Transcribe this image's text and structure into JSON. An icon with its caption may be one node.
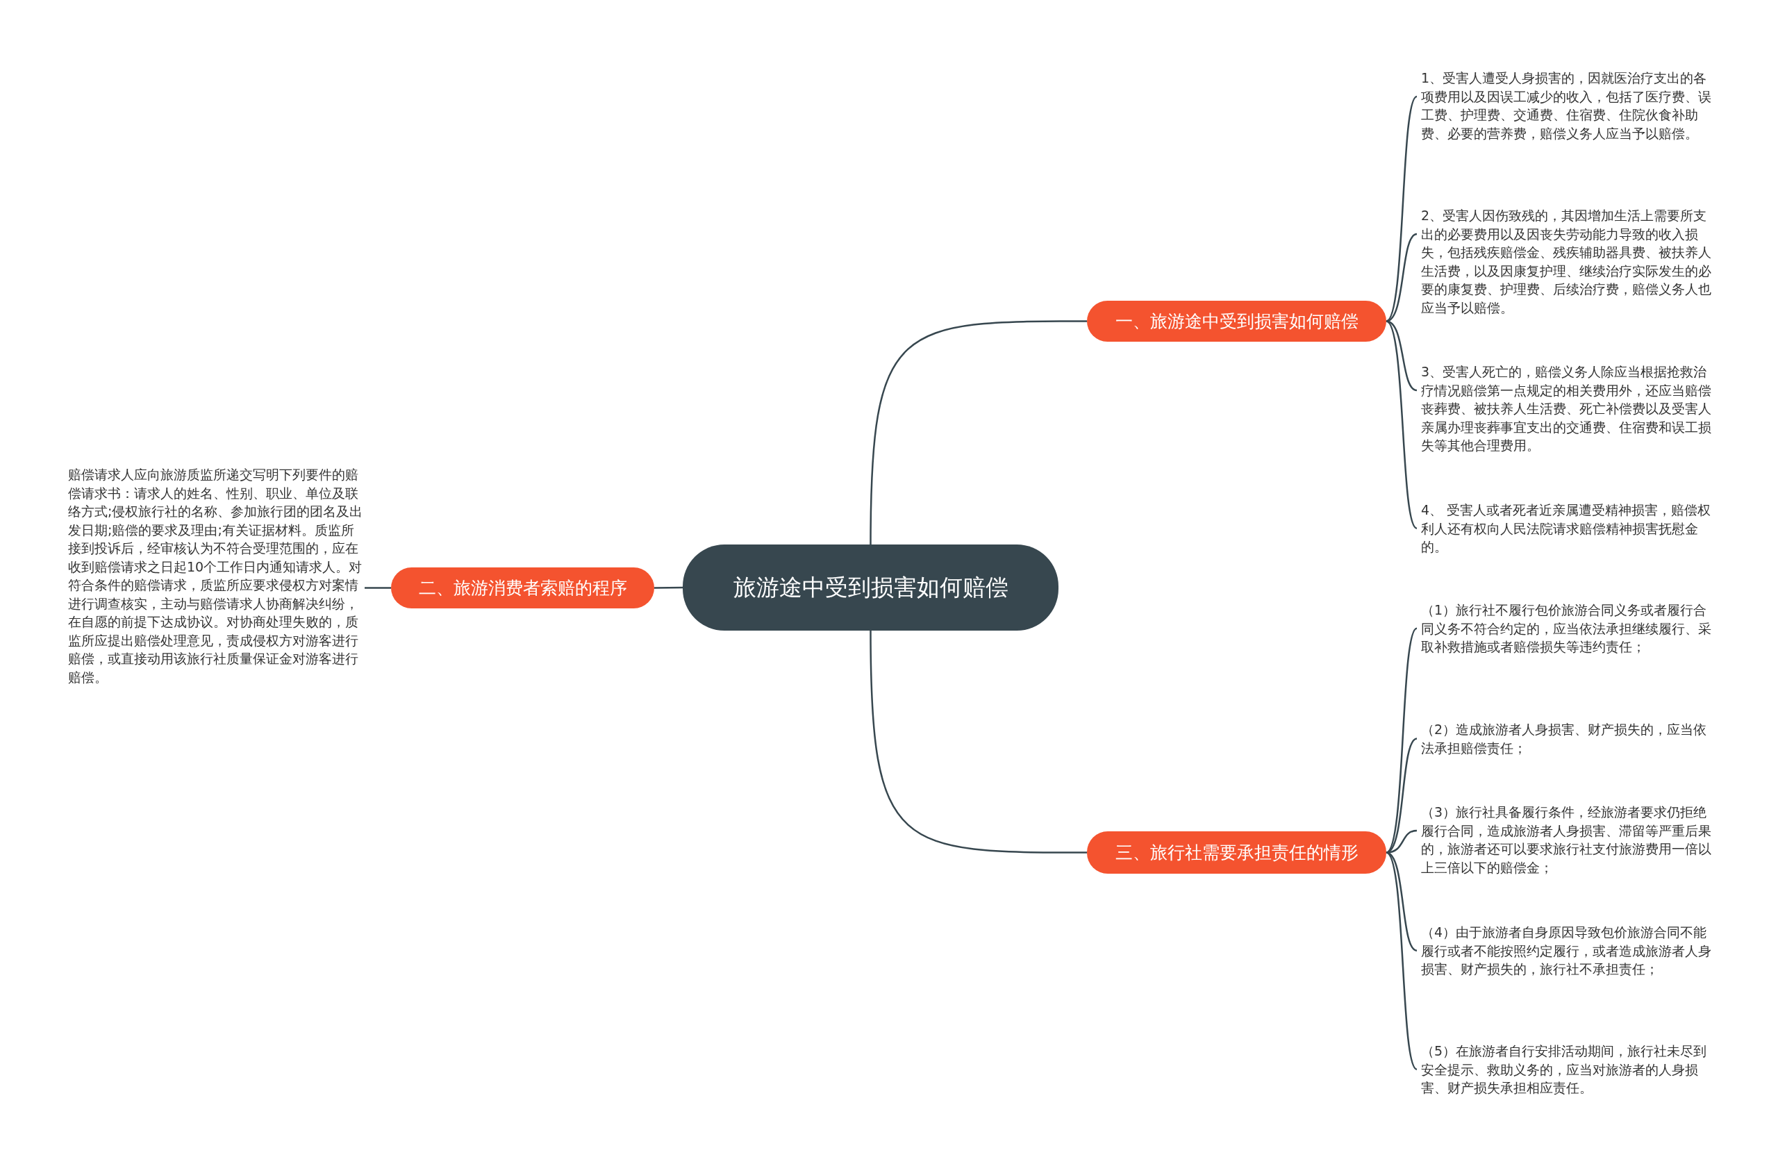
{
  "diagram": {
    "nodes": [
      {
        "text": [
          "旅游途中受到损害如何赔偿"
        ]
      },
      {
        "text": [
          "一、旅游途中受到损害如何赔偿"
        ]
      },
      {
        "text": [
          "1、受害人遭受人身损害的，因就医治疗支出的各项费用以及因误工减少的收入，包括了医疗费、误工费、护理费、交通费、住宿费、住院伙食补助费、必要的营养费，赔偿义务人应当予以赔偿。"
        ]
      },
      {
        "text": [
          "2、受害人因伤致残的，其因增加生活上需要所支出的必要费用以及因丧失劳动能力导致的收入损失，包括残疾赔偿金、残疾辅助器具费、被扶养人生活费，以及因康复护理、继续治疗实际发生的必要的康复费、护理费、后续治疗费，赔偿义务人也应当予以赔偿。"
        ]
      },
      {
        "text": [
          "3、受害人死亡的，赔偿义务人除应当根据抢救治疗情况赔偿第一点规定的相关费用外，还应当赔偿丧葬费、被扶养人生活费、死亡补偿费以及受害人亲属办理丧葬事宜支出的交通费、住宿费和误工损失等其他合理费用。"
        ]
      },
      {
        "text": [
          "4、 受害人或者死者近亲属遭受精神损害，赔偿权利人还有权向人民法院请求赔偿精神损害抚慰金的。"
        ]
      },
      {
        "text": [
          "二、旅游消费者索赔的程序"
        ]
      },
      {
        "text": [
          "赔偿请求人应向旅游质监所递交写明下列要件的赔偿请求书：请求人的姓名、性别、职业、单位及联络方式;侵权旅行社的名称、参加旅行团的团名及出发日期;赔偿的要求及理由;有关证据材料。质监所接到投诉后，经审核认为不符合受理范围的，应在收到赔偿请求之日起10个工作日内通知请求人。对符合条件的赔偿请求，质监所应要求侵权方对案情进行调查核实，主动与赔偿请求人协商解决纠纷，在自愿的前提下达成协议。对协商处理失败的，质监所应提出赔偿处理意见，责成侵权方对游客进行赔偿，或直接动用该旅行社质量保证金对游客进行赔偿。"
        ]
      },
      {
        "text": [
          "三、旅行社需要承担责任的情形"
        ]
      },
      {
        "text": [
          "（1）旅行社不履行包价旅游合同义务或者履行合同义务不符合约定的，应当依法承担继续履行、采取补救措施或者赔偿损失等违约责任；"
        ]
      },
      {
        "text": [
          "（2）造成旅游者人身损害、财产损失的，应当依法承担赔偿责任；"
        ]
      },
      {
        "text": [
          "（3）旅行社具备履行条件，经旅游者要求仍拒绝履行合同，造成旅游者人身损害、滞留等严重后果的，旅游者还可以要求旅行社支付旅游费用一倍以上三倍以下的赔偿金；"
        ]
      },
      {
        "text": [
          "（4）由于旅游者自身原因导致包价旅游合同不能履行或者不能按照约定履行，或者造成旅游者人身损害、财产损失的，旅行社不承担责任；"
        ]
      },
      {
        "text": [
          "（5）在旅游者自行安排活动期间，旅行社未尽到安全提示、救助义务的，应当对旅游者的人身损害、财产损失承担相应责任。"
        ]
      }
    ],
    "edges": [
      {
        "from": 0,
        "to": 1,
        "arrow": "none"
      },
      {
        "from": 1,
        "to": 2,
        "arrow": "none"
      },
      {
        "from": 1,
        "to": 3,
        "arrow": "none"
      },
      {
        "from": 1,
        "to": 4,
        "arrow": "none"
      },
      {
        "from": 1,
        "to": 5,
        "arrow": "none"
      },
      {
        "from": 0,
        "to": 6,
        "arrow": "none"
      },
      {
        "from": 6,
        "to": 7,
        "arrow": "none"
      },
      {
        "from": 0,
        "to": 8,
        "arrow": "none"
      },
      {
        "from": 8,
        "to": 9,
        "arrow": "none"
      },
      {
        "from": 8,
        "to": 10,
        "arrow": "none"
      },
      {
        "from": 8,
        "to": 11,
        "arrow": "none"
      },
      {
        "from": 8,
        "to": 12,
        "arrow": "none"
      },
      {
        "from": 8,
        "to": 13,
        "arrow": "none"
      }
    ]
  }
}
